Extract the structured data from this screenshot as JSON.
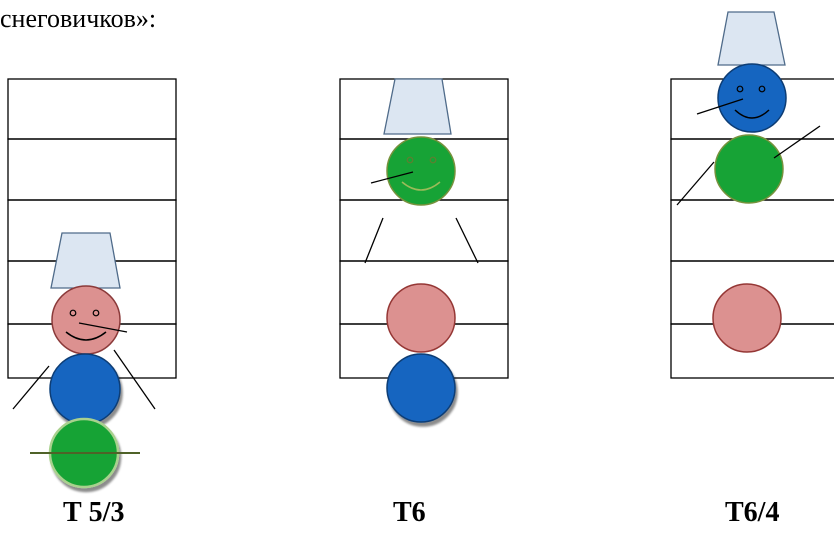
{
  "header": {
    "text": "снеговичков»:"
  },
  "figures": [
    {
      "caption": "Т 5/3",
      "colors": {
        "head": "#dc9190",
        "body": "#1565c0",
        "base": "#17a336",
        "bucket": "#dce6f2"
      }
    },
    {
      "caption": "Т6",
      "colors": {
        "head": "#17a336",
        "body": "#dc9190",
        "base": "#1565c0",
        "bucket": "#dce6f2"
      }
    },
    {
      "caption": "Т6/4",
      "colors": {
        "head": "#1565c0",
        "body": "#17a336",
        "base": "#dc9190",
        "bucket": "#dce6f2"
      }
    }
  ]
}
